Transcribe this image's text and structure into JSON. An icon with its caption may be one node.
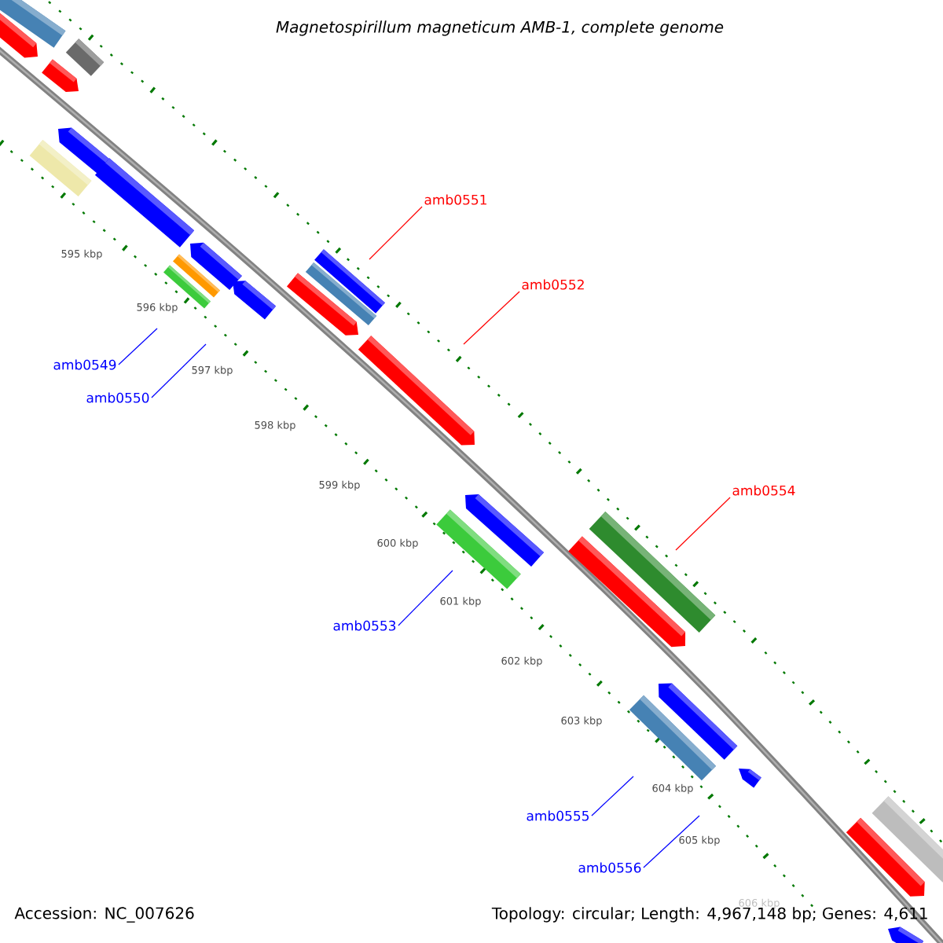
{
  "diagram": {
    "title": "Magnetospirillum magneticum AMB-1, complete genome",
    "nodes": [
      {
        "text": [
          "amb0551"
        ]
      },
      {
        "text": [
          "amb0552"
        ]
      },
      {
        "text": [
          "amb0549"
        ]
      },
      {
        "text": [
          "amb0550"
        ]
      },
      {
        "text": [
          "amb0554"
        ]
      },
      {
        "text": [
          "amb0553"
        ]
      },
      {
        "text": [
          "amb0555"
        ]
      },
      {
        "text": [
          "amb0556"
        ]
      }
    ],
    "edges": [
      {
        "from": 0,
        "to": null,
        "arrow": "none",
        "color": "#ff0000"
      },
      {
        "from": 1,
        "to": null,
        "arrow": "none",
        "color": "#ff0000"
      },
      {
        "from": 2,
        "to": null,
        "arrow": "none"
      },
      {
        "from": 3,
        "to": null,
        "arrow": "none"
      },
      {
        "from": 4,
        "to": null,
        "arrow": "none",
        "color": "#ff0000"
      },
      {
        "from": 5,
        "to": null,
        "arrow": "none"
      },
      {
        "from": 6,
        "to": null,
        "arrow": "none"
      },
      {
        "from": 7,
        "to": null,
        "arrow": "none"
      }
    ],
    "labels": [
      "595 kbp",
      "596 kbp",
      "597 kbp",
      "598 kbp",
      "599 kbp",
      "600 kbp",
      "601 kbp",
      "602 kbp",
      "603 kbp",
      "604 kbp",
      "605 kbp",
      "606 kbp",
      "Accession: NC_007626",
      "Topology: circular; Length: 4,967,148 bp; Genes: 4,611"
    ]
  }
}
